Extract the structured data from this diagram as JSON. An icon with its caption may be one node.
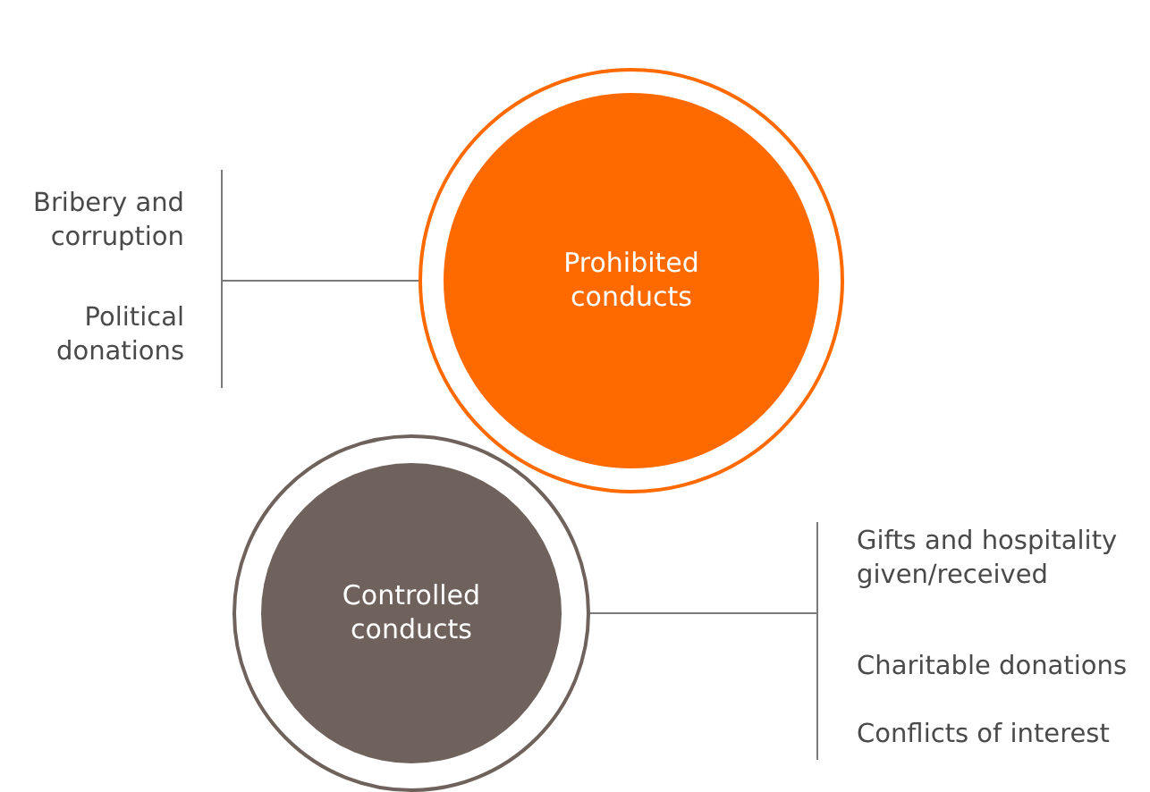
{
  "diagram": {
    "nodes": [
      {
        "text": [
          "Prohibited conducts"
        ]
      },
      {
        "text": [
          "Bribery and corruption"
        ]
      },
      {
        "text": [
          "Political donations"
        ]
      },
      {
        "text": [
          "Controlled conducts"
        ]
      },
      {
        "text": [
          "Gifts and hospitality given/received"
        ]
      },
      {
        "text": [
          "Charitable donations"
        ]
      },
      {
        "text": [
          "Conflicts of interest"
        ]
      }
    ],
    "edges": [
      {
        "from": 0,
        "to": 1,
        "arrow": "none"
      },
      {
        "from": 0,
        "to": 2,
        "arrow": "none"
      },
      {
        "from": 3,
        "to": 4,
        "arrow": "none"
      },
      {
        "from": 3,
        "to": 5,
        "arrow": "none"
      },
      {
        "from": 3,
        "to": 6,
        "arrow": "none"
      }
    ]
  }
}
